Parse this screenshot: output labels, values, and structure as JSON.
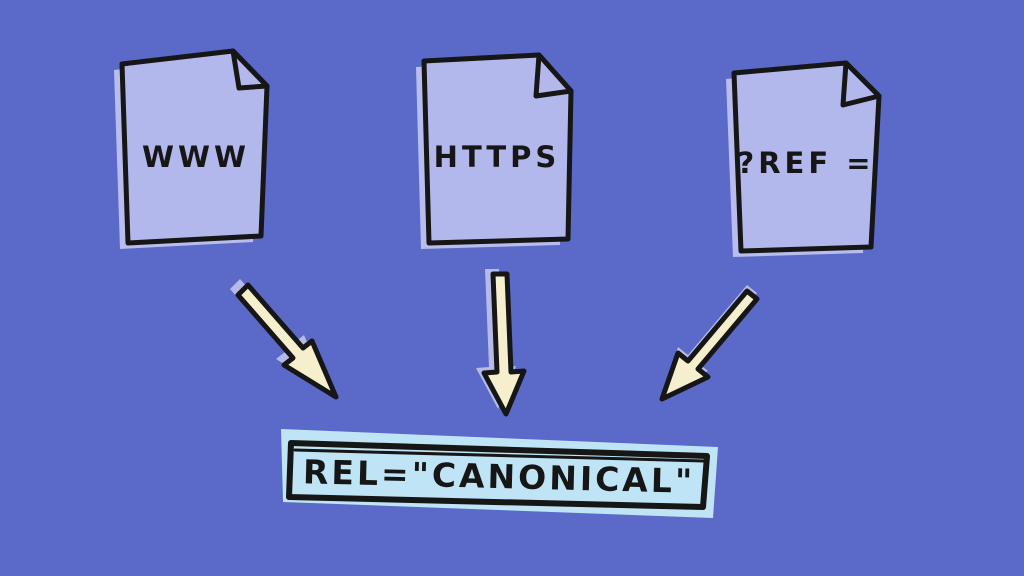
{
  "background_color": "#5b69c8",
  "ink_color": "#161616",
  "diagram": {
    "title_meaning": "Multiple URL variants consolidated by a canonical tag",
    "documents": [
      {
        "label": "WWW",
        "fill": "#b3b8ec",
        "shadow": "#c9cdf3"
      },
      {
        "label": "HTTPS",
        "fill": "#b3b8ec",
        "shadow": "#c9cdf3"
      },
      {
        "label": "?REF =",
        "fill": "#b3b8ec",
        "shadow": "#c9cdf3"
      }
    ],
    "arrows": [
      {
        "name": "left-arrow",
        "direction": "down-right",
        "fill": "#f5efce"
      },
      {
        "name": "middle-arrow",
        "direction": "down",
        "fill": "#f5efce"
      },
      {
        "name": "right-arrow",
        "direction": "down-left",
        "fill": "#f5efce"
      }
    ],
    "canonical_box": {
      "label": "REL=\"CANONICAL\"",
      "fill": "#bfe4f5"
    }
  }
}
